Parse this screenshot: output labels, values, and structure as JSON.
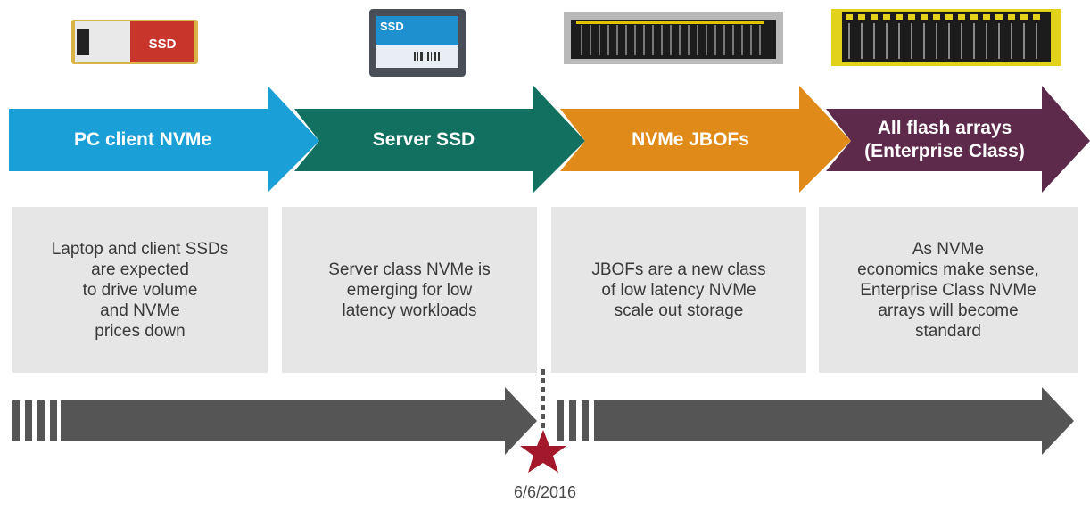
{
  "stages": [
    {
      "title": "PC client NVMe",
      "color": "#1a9fd6",
      "device": "ssd-m2-icon",
      "description": "Laptop and client SSDs\nare expected\nto drive volume\nand NVMe\nprices down",
      "device_label": "SSD"
    },
    {
      "title": "Server SSD",
      "color": "#117060",
      "device": "server-ssd-icon",
      "description": "Server class NVMe is\nemerging for low\nlatency workloads",
      "device_label": "SSD"
    },
    {
      "title": "NVMe JBOFs",
      "color": "#e08a19",
      "device": "jbof-enclosure-icon",
      "description": "JBOFs are a new class\nof low latency NVMe\nscale out storage"
    },
    {
      "title": "All flash arrays\n(Enterprise Class)",
      "color": "#5d2a4b",
      "device": "flash-array-icon",
      "description": "As NVMe\neconomics make sense,\nEnterprise Class NVMe\narrays will become\nstandard"
    }
  ],
  "timeline": {
    "color": "#555555",
    "marker_date": "6/6/2016",
    "marker_color": "#a3192b"
  }
}
